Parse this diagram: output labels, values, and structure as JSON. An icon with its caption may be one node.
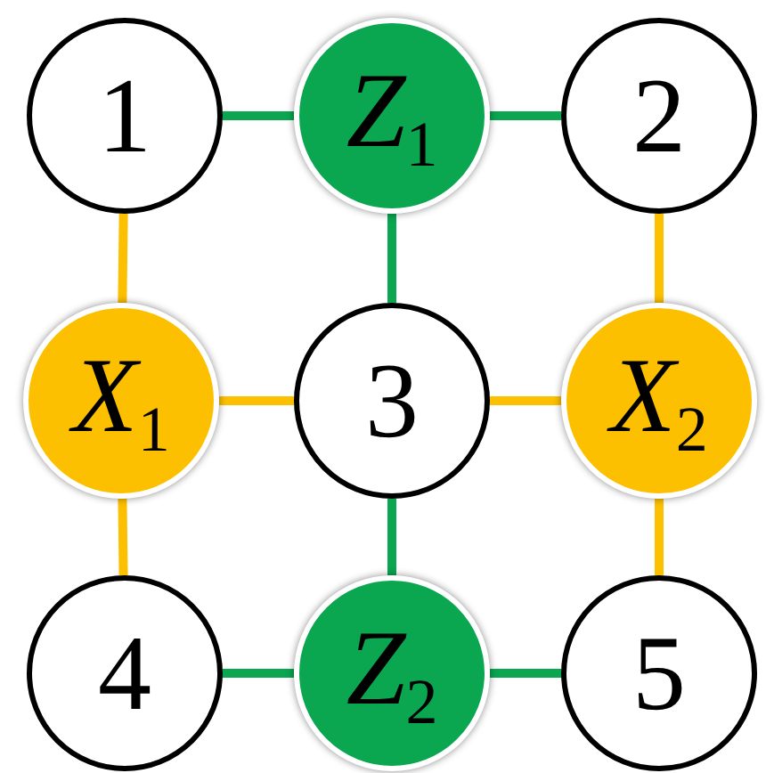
{
  "diagram": {
    "nodes": [
      {
        "text": [
          "1"
        ]
      },
      {
        "text": [
          "*Z*$_{1}$"
        ]
      },
      {
        "text": [
          "2"
        ]
      },
      {
        "text": [
          "*X*$_{1}$"
        ]
      },
      {
        "text": [
          "3"
        ]
      },
      {
        "text": [
          "*X*$_{2}$"
        ]
      },
      {
        "text": [
          "4"
        ]
      },
      {
        "text": [
          "*Z*$_{2}$"
        ]
      },
      {
        "text": [
          "5"
        ]
      }
    ],
    "edges": [
      {
        "from": 0,
        "to": 1,
        "arrow": "none",
        "color": "#0aa650"
      },
      {
        "from": 1,
        "to": 2,
        "arrow": "none",
        "color": "#0aa650"
      },
      {
        "from": 0,
        "to": 3,
        "arrow": "none",
        "color": "#fcc000"
      },
      {
        "from": 1,
        "to": 4,
        "arrow": "none",
        "color": "#0aa650"
      },
      {
        "from": 2,
        "to": 5,
        "arrow": "none",
        "color": "#fcc000"
      },
      {
        "from": 3,
        "to": 4,
        "arrow": "none",
        "color": "#fcc000"
      },
      {
        "from": 4,
        "to": 5,
        "arrow": "none",
        "color": "#fcc000"
      },
      {
        "from": 3,
        "to": 6,
        "arrow": "none",
        "color": "#fcc000"
      },
      {
        "from": 4,
        "to": 7,
        "arrow": "none",
        "color": "#0aa650"
      },
      {
        "from": 5,
        "to": 8,
        "arrow": "none",
        "color": "#fcc000"
      },
      {
        "from": 6,
        "to": 7,
        "arrow": "none",
        "color": "#0aa650"
      },
      {
        "from": 7,
        "to": 8,
        "arrow": "none",
        "color": "#0aa650"
      }
    ]
  }
}
